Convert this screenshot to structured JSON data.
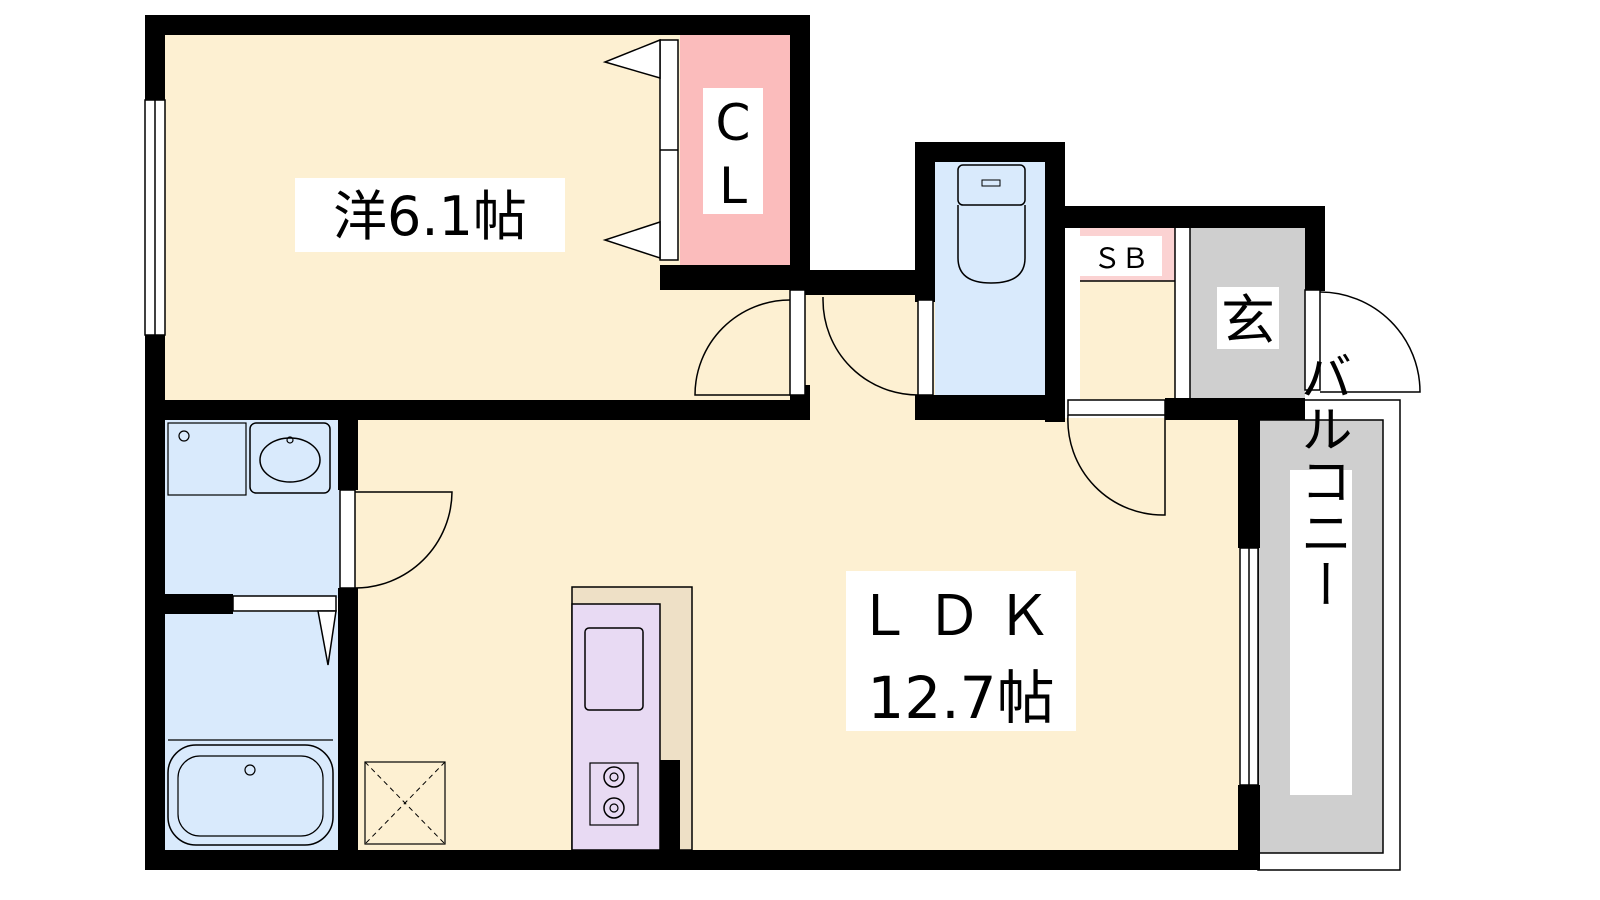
{
  "rooms": {
    "western_room": {
      "label": "洋6.1帖",
      "fill": "#fdf0d2"
    },
    "closet": {
      "line1": "C",
      "line2": "L",
      "fill": "#fbbcbc"
    },
    "ldk": {
      "line1": "ＬＤＫ",
      "line2": "12.7帖",
      "fill": "#fdf0d2"
    },
    "toilet": {
      "fill": "#d9eafc"
    },
    "shoe_box": {
      "label": "ＳＢ",
      "fill": "#fbd2d2"
    },
    "entrance": {
      "label": "玄",
      "fill": "#cfcfcf"
    },
    "balcony": {
      "label": "バルコニー",
      "fill": "#cfcfcf"
    },
    "washroom": {
      "fill": "#d9eafc"
    },
    "bathroom": {
      "fill": "#d9eafc"
    },
    "kitchen": {
      "fill": "#e8daf3"
    }
  },
  "colors": {
    "wall": "#000000",
    "counter": "#eee0c6",
    "label_bg": "#ffffff"
  }
}
